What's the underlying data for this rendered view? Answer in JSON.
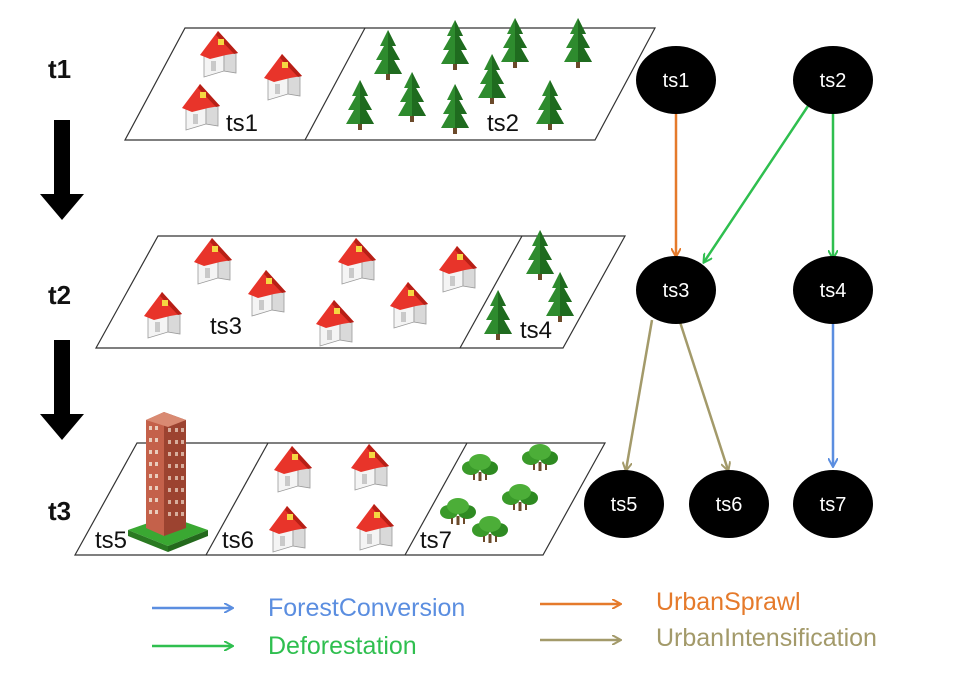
{
  "time_labels": [
    "t1",
    "t2",
    "t3"
  ],
  "timesteps": {
    "t1": {
      "areas": [
        "ts1",
        "ts2"
      ]
    },
    "t2": {
      "areas": [
        "ts3",
        "ts4"
      ]
    },
    "t3": {
      "areas": [
        "ts5",
        "ts6",
        "ts7"
      ]
    }
  },
  "graph": {
    "nodes": [
      "ts1",
      "ts2",
      "ts3",
      "ts4",
      "ts5",
      "ts6",
      "ts7"
    ],
    "edges": [
      {
        "from": "ts1",
        "to": "ts3",
        "relation": "UrbanSprawl"
      },
      {
        "from": "ts2",
        "to": "ts3",
        "relation": "Deforestation"
      },
      {
        "from": "ts2",
        "to": "ts4",
        "relation": "Deforestation"
      },
      {
        "from": "ts3",
        "to": "ts5",
        "relation": "UrbanIntensification"
      },
      {
        "from": "ts3",
        "to": "ts6",
        "relation": "UrbanIntensification"
      },
      {
        "from": "ts4",
        "to": "ts7",
        "relation": "ForestConversion"
      }
    ]
  },
  "legend": [
    {
      "label": "ForestConversion",
      "color": "#5b8ee0"
    },
    {
      "label": "Deforestation",
      "color": "#2fbf4f"
    },
    {
      "label": "UrbanSprawl",
      "color": "#e57a2b"
    },
    {
      "label": "UrbanIntensification",
      "color": "#a39a6a"
    }
  ],
  "colors": {
    "node_fill": "#000000",
    "node_text": "#ffffff",
    "house_roof": "#e8342a",
    "tree": "#2e8b2e",
    "building": "#b5533a"
  }
}
